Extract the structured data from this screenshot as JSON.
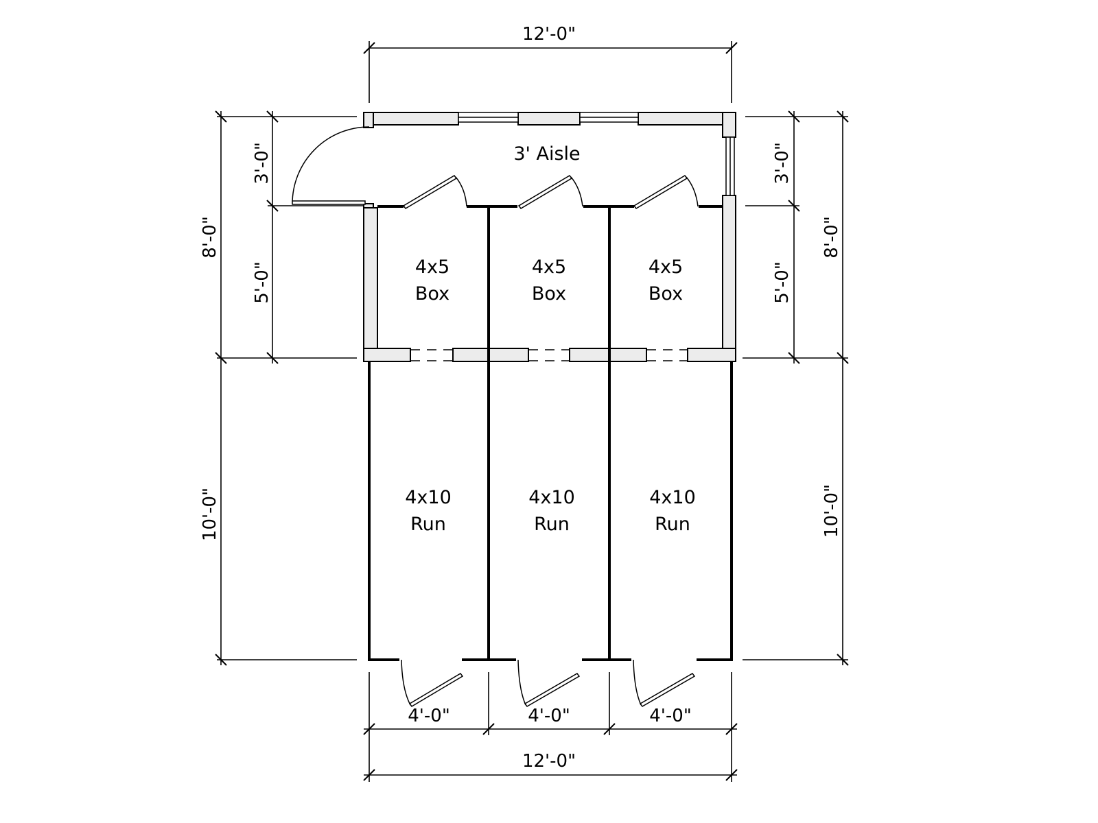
{
  "plan": {
    "aisle_label": "3' Aisle",
    "boxes": [
      {
        "size": "4x5",
        "type": "Box"
      },
      {
        "size": "4x5",
        "type": "Box"
      },
      {
        "size": "4x5",
        "type": "Box"
      }
    ],
    "runs": [
      {
        "size": "4x10",
        "type": "Run"
      },
      {
        "size": "4x10",
        "type": "Run"
      },
      {
        "size": "4x10",
        "type": "Run"
      }
    ]
  },
  "dimensions": {
    "top_overall": "12'-0\"",
    "bottom_overall": "12'-0\"",
    "bottom_segments": [
      "4'-0\"",
      "4'-0\"",
      "4'-0\""
    ],
    "left_aisle": "3'-0\"",
    "left_box": "5'-0\"",
    "left_front": "8'-0\"",
    "left_run": "10'-0\"",
    "right_aisle": "3'-0\"",
    "right_box": "5'-0\"",
    "right_front": "8'-0\"",
    "right_run": "10'-0\""
  }
}
